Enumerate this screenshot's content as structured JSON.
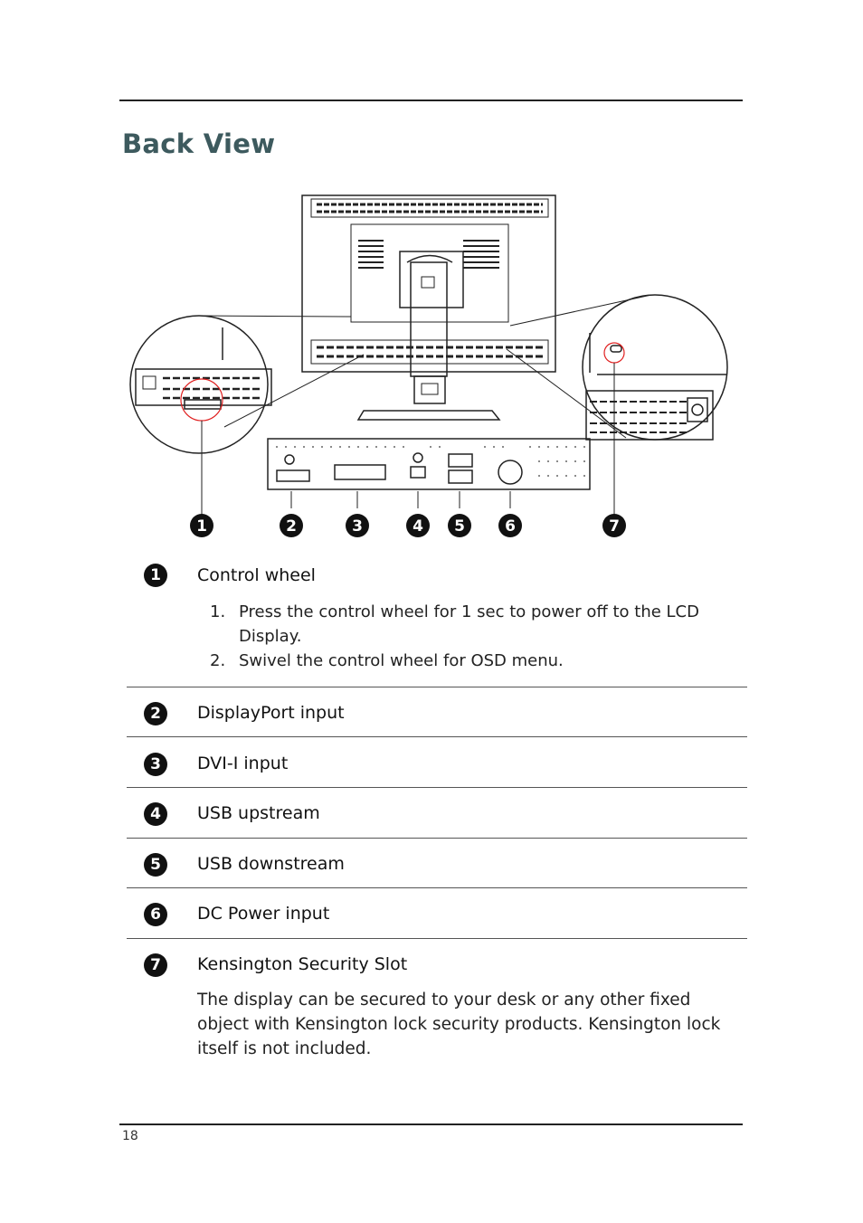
{
  "page": {
    "title": "Back View",
    "page_number": "18"
  },
  "figure": {
    "callouts": [
      "1",
      "2",
      "3",
      "4",
      "5",
      "6",
      "7"
    ]
  },
  "items": [
    {
      "num": "1",
      "label": "Control wheel"
    },
    {
      "num": "2",
      "label": "DisplayPort input"
    },
    {
      "num": "3",
      "label": "DVI-I input"
    },
    {
      "num": "4",
      "label": "USB upstream"
    },
    {
      "num": "5",
      "label": "USB downstream"
    },
    {
      "num": "6",
      "label": "DC Power input"
    },
    {
      "num": "7",
      "label": "Kensington Security Slot"
    }
  ],
  "control_wheel_steps": [
    {
      "num": "1.",
      "text": "Press the control wheel for 1 sec to power off to the LCD Display."
    },
    {
      "num": "2.",
      "text": "Swivel the control wheel for OSD menu."
    }
  ],
  "kensington_note": "The display can be secured to your desk or any other fixed object with Kensington lock security products. Kensington lock itself is not included."
}
